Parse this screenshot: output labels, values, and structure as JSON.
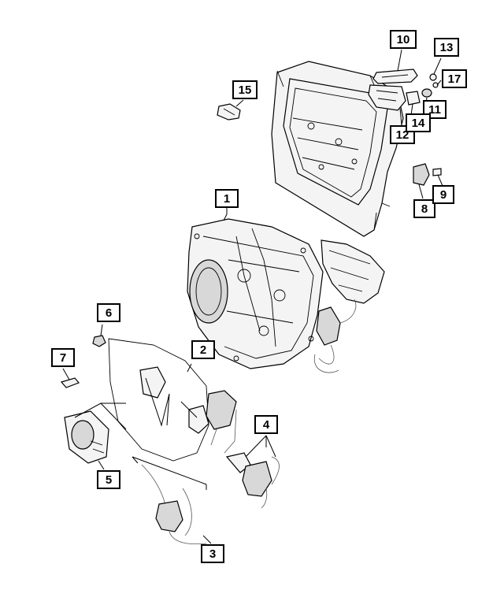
{
  "diagram": {
    "callouts": [
      "1",
      "2",
      "3",
      "4",
      "5",
      "6",
      "7",
      "8",
      "9",
      "10",
      "11",
      "12",
      "13",
      "14",
      "15",
      "17"
    ]
  }
}
